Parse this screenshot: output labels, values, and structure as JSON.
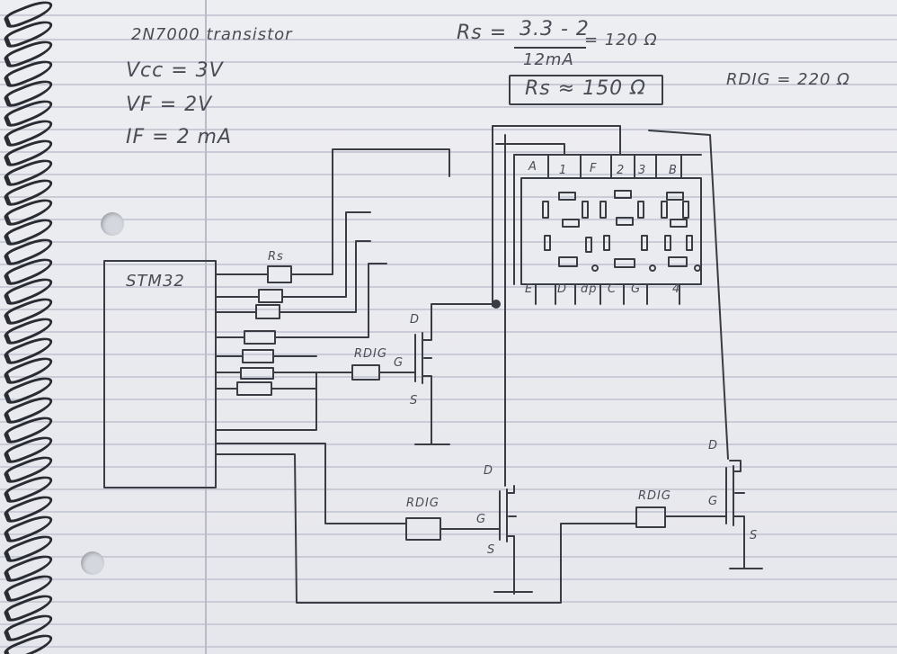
{
  "notes": {
    "part": "2N7000 transistor",
    "vcc": "Vcc = 3V",
    "vf": "VF = 2V",
    "if": "IF = 2 mA",
    "rs_formula_lhs": "Rs =",
    "rs_formula_num": "3.3 - 2",
    "rs_formula_den": "12mA",
    "rs_formula_result": "= 120 Ω",
    "rs_boxed": "Rs ≈ 150 Ω",
    "rdig": "RDIG = 220 Ω"
  },
  "labels": {
    "mcu": "STM32",
    "rs": "Rs",
    "rdig_1": "RDIG",
    "rdig_2": "RDIG",
    "rdig_3": "RDIG",
    "q1_d": "D",
    "q1_g": "G",
    "q1_s": "S",
    "q2_d": "D",
    "q2_g": "G",
    "q2_s": "S",
    "q3_d": "D",
    "q3_g": "G",
    "q3_s": "S"
  },
  "display": {
    "top_pins": [
      "A",
      "1",
      "F",
      "2",
      "3",
      "B"
    ],
    "bottom_pins": [
      "E",
      "D",
      "dp",
      "C",
      "G",
      "4"
    ]
  },
  "colors": {
    "ink": "#3a3c44",
    "paper": "#eaebf0",
    "rule": "#c9ccd6"
  }
}
